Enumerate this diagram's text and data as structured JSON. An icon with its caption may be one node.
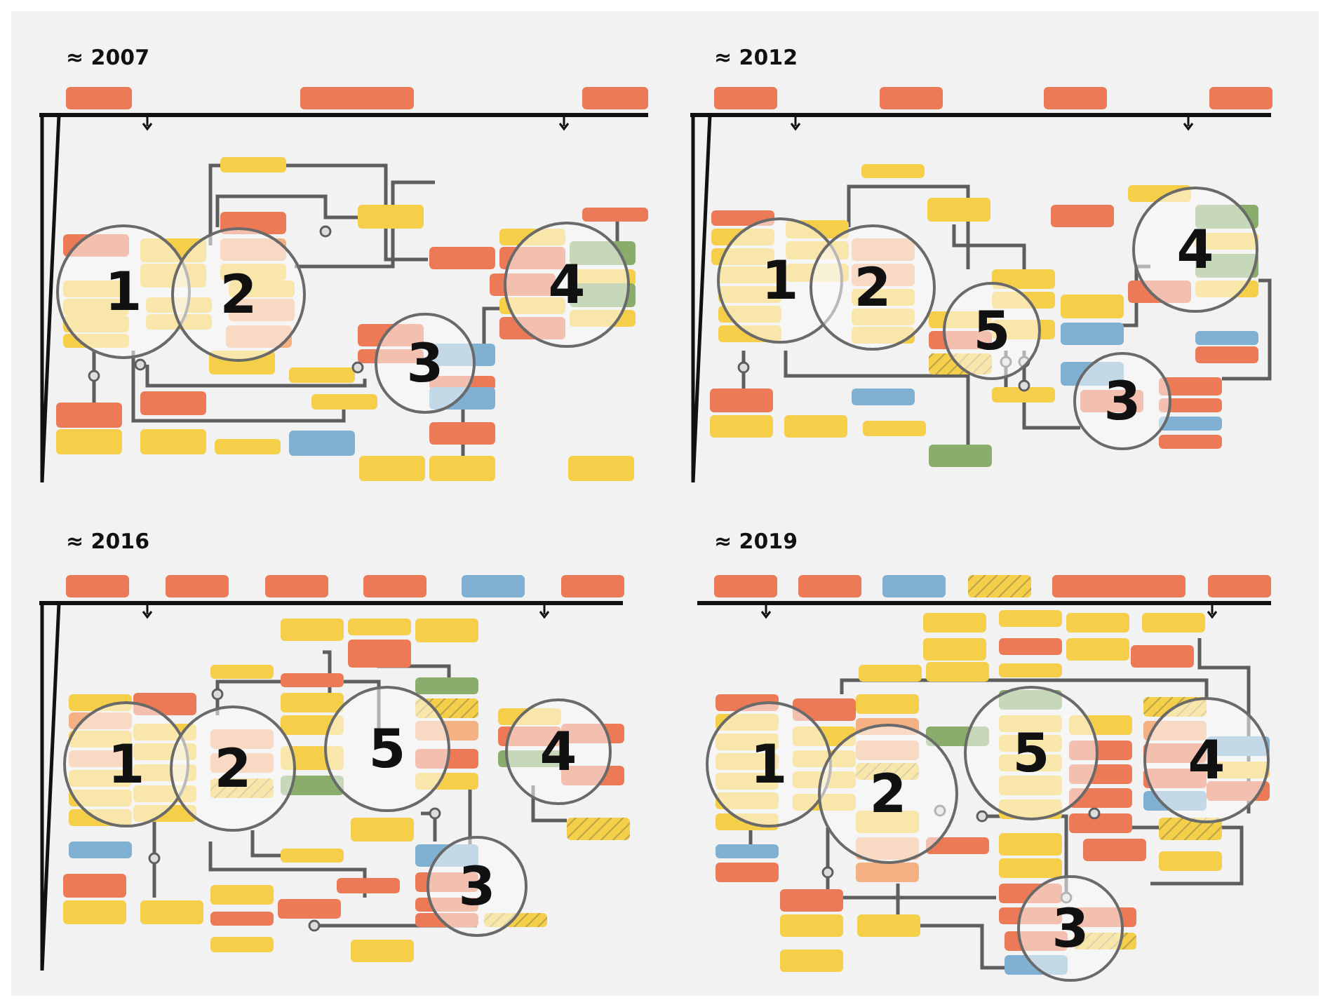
{
  "diagram": {
    "nodes": [
      {
        "text": [
          "1"
        ]
      },
      {
        "text": [
          "2"
        ]
      },
      {
        "text": [
          "3"
        ]
      },
      {
        "text": [
          "4"
        ]
      },
      {
        "text": [
          "1"
        ]
      },
      {
        "text": [
          "2"
        ]
      },
      {
        "text": [
          "5"
        ]
      },
      {
        "text": [
          "4"
        ]
      },
      {
        "text": [
          "3"
        ]
      },
      {
        "text": [
          "1"
        ]
      },
      {
        "text": [
          "2"
        ]
      },
      {
        "text": [
          "5"
        ]
      },
      {
        "text": [
          "4"
        ]
      },
      {
        "text": [
          "3"
        ]
      },
      {
        "text": [
          "1"
        ]
      },
      {
        "text": [
          "2"
        ]
      },
      {
        "text": [
          "5"
        ]
      },
      {
        "text": [
          "4"
        ]
      },
      {
        "text": [
          "3"
        ]
      }
    ],
    "labels": [
      "≈ 2007",
      "≈ 2012",
      "≈ 2016",
      "≈ 2019"
    ]
  }
}
